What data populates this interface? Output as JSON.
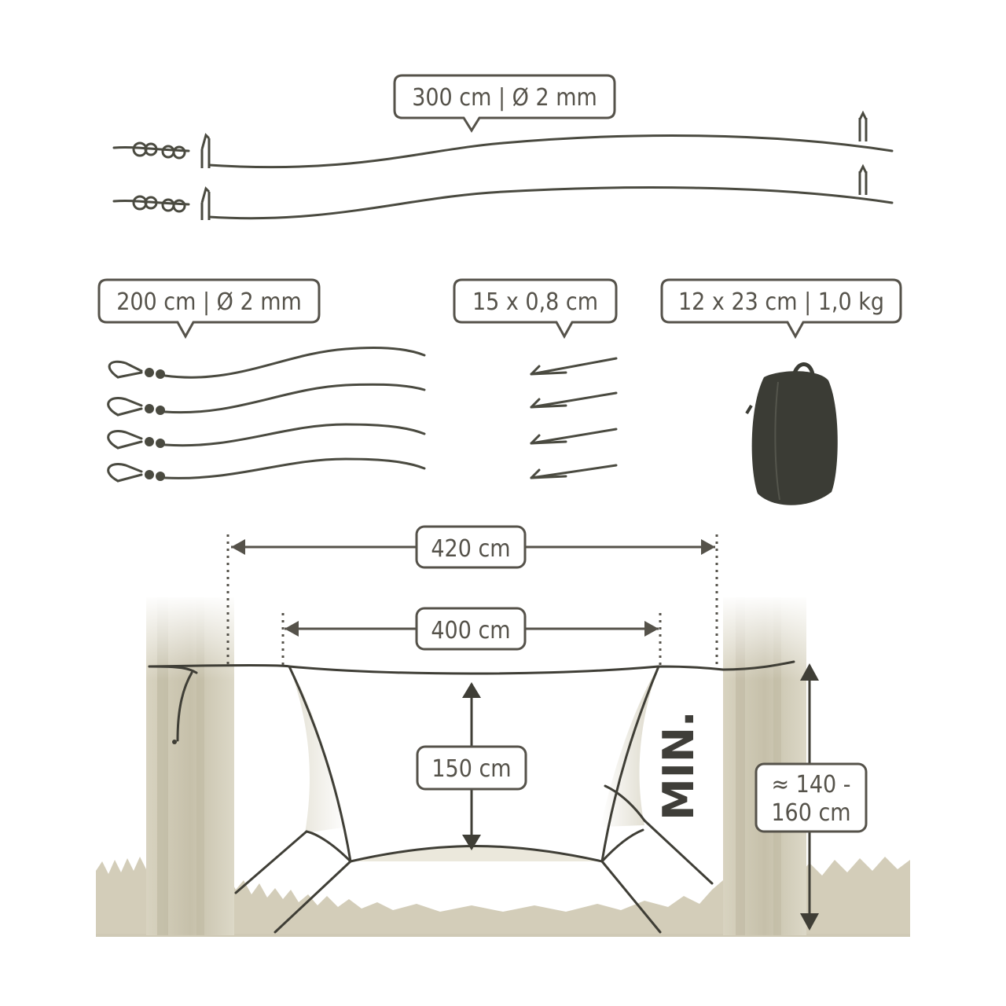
{
  "labels": {
    "ridgeline": "300 cm | Ø 2 mm",
    "guylines": "200 cm | Ø 2 mm",
    "stakes": "15 x 0,8 cm",
    "bag": "12 x 23 cm | 1,0 kg",
    "width_outer": "420 cm",
    "width_inner": "400 cm",
    "height": "150 cm",
    "min": "MIN.",
    "tie_height_line1": "≈ 140 -",
    "tie_height_line2": "160 cm"
  },
  "colors": {
    "line": "#4a4a40",
    "label_text": "#55524a",
    "tree": "#cbc6b2",
    "ground": "#cfc9b5",
    "tarp_shade": "#e7e4d8",
    "bag": "#3b3c35"
  }
}
